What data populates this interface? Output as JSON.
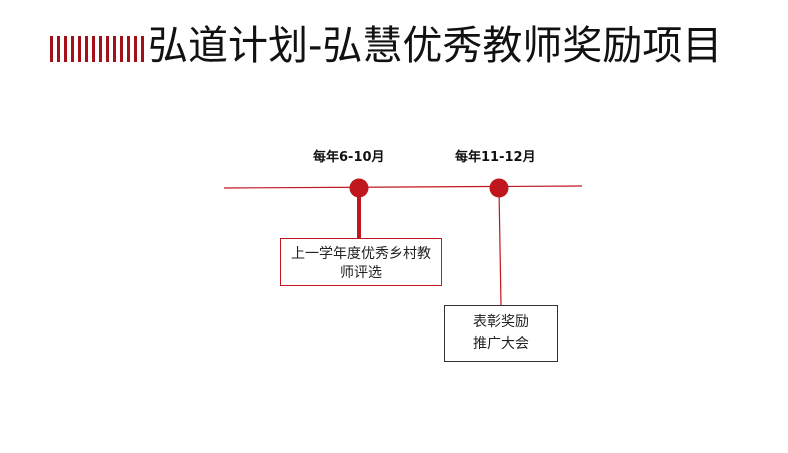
{
  "slide": {
    "title": "弘道计划-弘慧优秀教师奖励项目",
    "accent_color": "#c0161e"
  },
  "timeline": {
    "milestones": [
      {
        "date": "每年6-10月",
        "event": "上一学年度优秀乡村教师评选"
      },
      {
        "date": "每年11-12月",
        "event_lines": [
          "表彰奖励",
          "推广大会"
        ]
      }
    ]
  }
}
